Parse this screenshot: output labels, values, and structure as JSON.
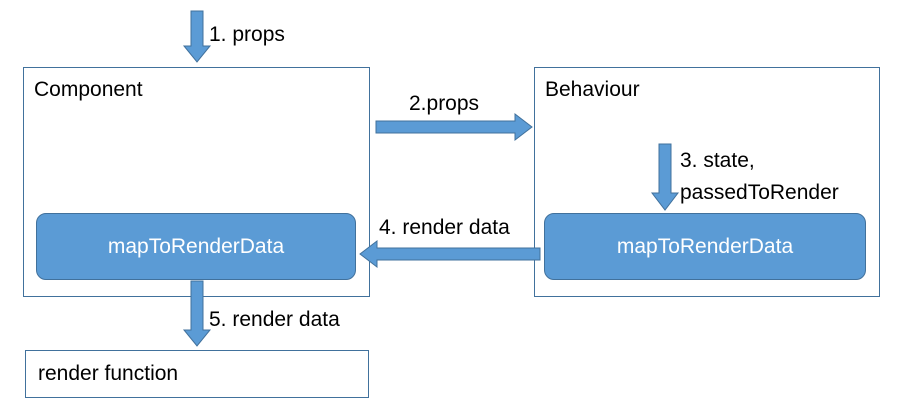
{
  "colors": {
    "arrow_fill": "#5b9bd5",
    "arrow_stroke": "#41719c",
    "pill_fill": "#5b9bd5",
    "pill_text": "#ffffff",
    "box_border": "#41719c"
  },
  "boxes": {
    "component": {
      "title": "Component"
    },
    "behaviour": {
      "title": "Behaviour"
    },
    "render_function": {
      "title": "render function"
    }
  },
  "pills": {
    "component_map": {
      "label": "mapToRenderData"
    },
    "behaviour_map": {
      "label": "mapToRenderData"
    }
  },
  "arrows": {
    "props_in": {
      "label": "1. props",
      "direction": "down"
    },
    "props_to_behaviour": {
      "label": "2.props",
      "direction": "right"
    },
    "state_passed": {
      "label_line1": "3. state,",
      "label_line2": "passedToRender",
      "direction": "down"
    },
    "render_data_back": {
      "label": "4. render data",
      "direction": "left"
    },
    "render_data_out": {
      "label": "5. render data",
      "direction": "down"
    }
  }
}
